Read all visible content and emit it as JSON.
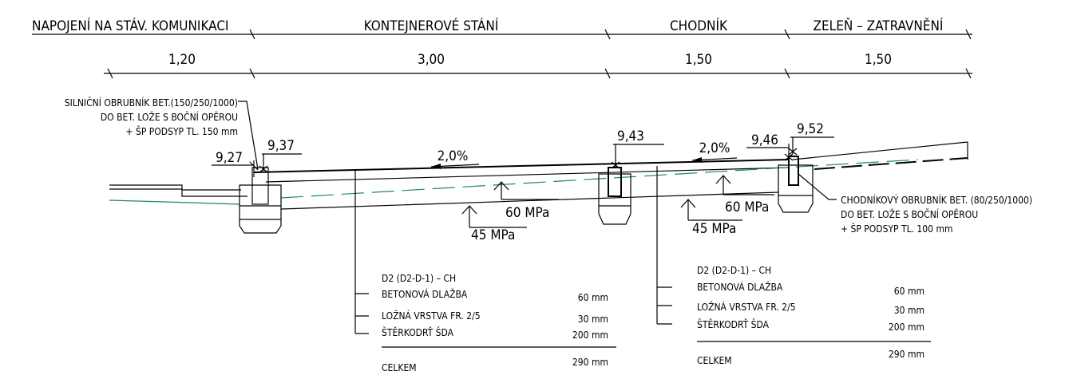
{
  "header": {
    "zones": [
      "NAPOJENÍ NA STÁV. KOMUNIKACI",
      "KONTEJNEROVÉ STÁNÍ",
      "CHODNÍK",
      "ZELEŇ – ZATRAVNĚNÍ"
    ],
    "widths": [
      "1,20",
      "3,00",
      "1,50",
      "1,50"
    ]
  },
  "notes": {
    "road_curb": [
      "SILNIČNÍ OBRUBNÍK BET.(150/250/1000)",
      "DO BET. LOŽE S BOČNÍ OPĚROU",
      "+ ŠP PODSYP TL. 150 mm"
    ],
    "walk_curb": [
      "CHODNÍKOVÝ OBRUBNÍK BET. (80/250/1000)",
      "DO BET. LOŽE S BOČNÍ OPĚROU",
      "+ ŠP PODSYP TL. 100 mm"
    ]
  },
  "levels": [
    "9,27",
    "9,37",
    "9,43",
    "9,46",
    "9,52"
  ],
  "slopes": [
    "2,0%",
    "2,0%"
  ],
  "moduli": {
    "upper": "60 MPa",
    "lower": "45 MPa"
  },
  "compositions": [
    {
      "title": "D2 (D2-D-1) – CH",
      "layers": [
        {
          "name": "BETONOVÁ DLAŽBA",
          "thickness": "60 mm"
        },
        {
          "name": "LOŽNÁ VRSTVA FR. 2/5",
          "thickness": "30 mm"
        },
        {
          "name": "ŠTĚRKODRŤ ŠDA",
          "thickness": "200 mm"
        }
      ],
      "total_label": "CELKEM",
      "total": "290 mm"
    },
    {
      "title": "D2 (D2-D-1) – CH",
      "layers": [
        {
          "name": "BETONOVÁ DLAŽBA",
          "thickness": "60 mm"
        },
        {
          "name": "LOŽNÁ VRSTVA FR. 2/5",
          "thickness": "30 mm"
        },
        {
          "name": "ŠTĚRKODRŤ ŠDA",
          "thickness": "200 mm"
        }
      ],
      "total_label": "CELKEM",
      "total": "290 mm"
    }
  ],
  "colors": {
    "lines": "#000000",
    "terrain": "#1f8a5c"
  }
}
